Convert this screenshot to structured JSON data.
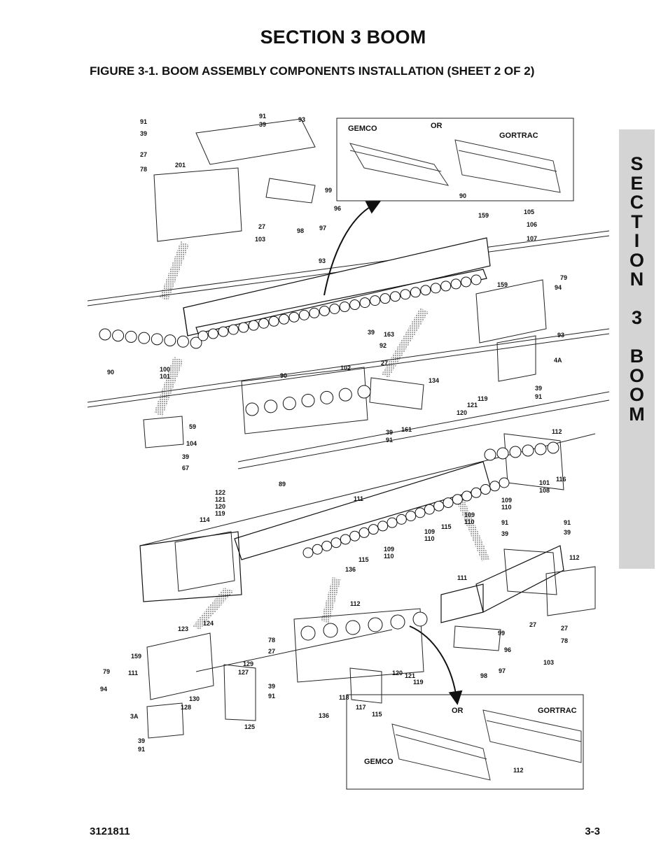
{
  "header": {
    "title": "SECTION 3  BOOM",
    "figure_title": "FIGURE 3-1.    BOOM ASSEMBLY COMPONENTS INSTALLATION   (SHEET 2 OF 2)"
  },
  "side_tab": {
    "letters": [
      "S",
      "E",
      "C",
      "T",
      "I",
      "O",
      "N",
      "",
      "3",
      "",
      "B",
      "O",
      "O",
      "M"
    ]
  },
  "footer": {
    "doc_number": "3121811",
    "page_number": "3-3"
  },
  "inset_top": {
    "left": "GEMCO",
    "middle": "OR",
    "right": "GORTRAC",
    "callout": "90"
  },
  "inset_bottom": {
    "left": "GEMCO",
    "middle": "OR",
    "right": "GORTRAC",
    "callout": "112"
  },
  "callouts": {
    "c_91a": "91",
    "c_39a": "39",
    "c_27a": "27",
    "c_78a": "78",
    "c_201": "201",
    "c_91b": "91",
    "c_39b": "39",
    "c_93a": "93",
    "c_99a": "99",
    "c_96a": "96",
    "c_97a": "97",
    "c_98a": "98",
    "c_27b": "27",
    "c_103a": "103",
    "c_159a": "159",
    "c_105": "105",
    "c_106": "106",
    "c_107": "107",
    "c_93b": "93",
    "c_79a": "79",
    "c_94a": "94",
    "c_159b": "159",
    "c_93c": "93",
    "c_4A": "4A",
    "c_39c": "39",
    "c_91c": "91",
    "c_90a": "90",
    "c_100": "100",
    "c_101a": "101",
    "c_39d": "39",
    "c_163": "163",
    "c_92": "92",
    "c_102": "102",
    "c_27c": "27",
    "c_90b": "90",
    "c_134": "134",
    "c_119a": "119",
    "c_121a": "121",
    "c_120a": "120",
    "c_161": "161",
    "c_39e": "39",
    "c_91d": "91",
    "c_59": "59",
    "c_104": "104",
    "c_39f": "39",
    "c_67": "67",
    "c_89": "89",
    "c_112a": "112",
    "c_116": "116",
    "c_101b": "101",
    "c_108": "108",
    "c_122": "122",
    "c_121b": "121",
    "c_120b": "120",
    "c_119b": "119",
    "c_114": "114",
    "c_111a": "111",
    "c_109a": "109",
    "c_110a": "110",
    "c_109b": "109",
    "c_110b": "110",
    "c_115a": "115",
    "c_109c": "109",
    "c_110c": "110",
    "c_115b": "115",
    "c_136a": "136",
    "c_91e": "91",
    "c_39g": "39",
    "c_91f": "91",
    "c_39h": "39",
    "c_112b": "112",
    "c_111b": "111",
    "c_99b": "99",
    "c_27d": "27",
    "c_27e": "27",
    "c_78b": "78",
    "c_96b": "96",
    "c_98b": "98",
    "c_97b": "97",
    "c_103b": "103",
    "c_123": "123",
    "c_124": "124",
    "c_159c": "159",
    "c_79b": "79",
    "c_111c": "111",
    "c_129": "129",
    "c_127": "127",
    "c_94b": "94",
    "c_130": "130",
    "c_128": "128",
    "c_3A": "3A",
    "c_125": "125",
    "c_39i": "39",
    "c_91g": "91",
    "c_112c": "112",
    "c_78c": "78",
    "c_27f": "27",
    "c_39j": "39",
    "c_91h": "91",
    "c_118": "118",
    "c_120c": "120",
    "c_121c": "121",
    "c_119c": "119",
    "c_117": "117",
    "c_115c": "115",
    "c_136b": "136"
  }
}
